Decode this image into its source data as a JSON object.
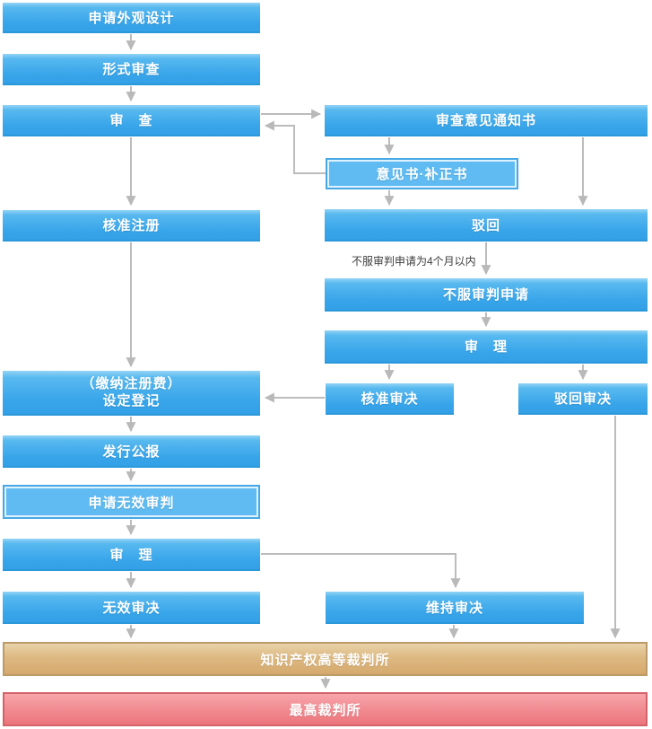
{
  "diagram": {
    "type": "flowchart",
    "nodes": {
      "apply_design": "申请外观设计",
      "formality_examination": "形式审查",
      "examination": "审　查",
      "notice_of_opinion": "审查意见通知书",
      "opinion_correction": "意见书·补正书",
      "approval_registration": "核准注册",
      "rejection": "驳回",
      "appeal_request": "不服审判申请",
      "appeal_trial": "审　理",
      "registration_setup_line1": "（缴纳注册费）",
      "registration_setup_line2": "设定登记",
      "approval_decision": "核准审决",
      "rejection_decision": "驳回审决",
      "gazette_publication": "发行公报",
      "invalidation_request": "申请无效审判",
      "invalidation_trial": "审　理",
      "invalidation_decision": "无效审决",
      "maintenance_decision": "维持审决",
      "ip_high_court": "知识产权高等裁判所",
      "supreme_court": "最高裁判所"
    },
    "annotations": {
      "appeal_deadline": "不服审判申请为4个月以内"
    },
    "colors": {
      "box_blue": "#38a5ea",
      "box_blue_border": "#2b98d9",
      "box_outline_fill": "#5fbbf1",
      "box_gold": "#d5a96d",
      "box_gold_border": "#bd9a69",
      "box_red": "#ec757c",
      "box_red_border": "#d4626a",
      "arrow_gray": "#b9b9b9",
      "text_white": "#ffffff",
      "note_text": "#3d3d3d"
    }
  }
}
